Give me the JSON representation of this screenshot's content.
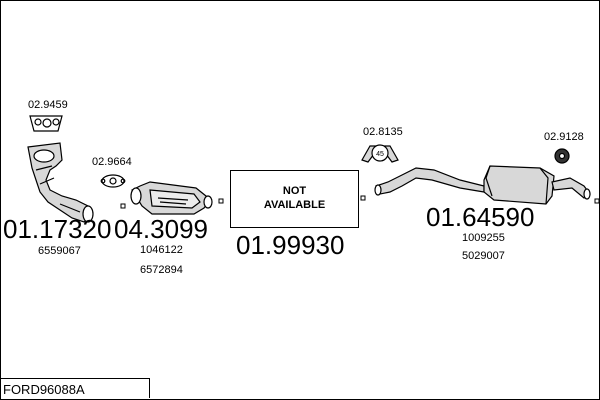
{
  "parts": {
    "p1": {
      "code": "01.17320",
      "refs": [
        "6559067"
      ],
      "gasket": "02.9459"
    },
    "p2": {
      "code": "04.3099",
      "refs": [
        "1046122",
        "6572894"
      ],
      "gasket": "02.9664"
    },
    "p3": {
      "code": "01.99930",
      "box_line1": "NOT",
      "box_line2": "AVAILABLE"
    },
    "p4": {
      "code": "01.64590",
      "refs": [
        "1009255",
        "5029007"
      ],
      "clamp": "02.8135",
      "clamp_size": "45",
      "rubber": "02.9128"
    }
  },
  "footer": {
    "label": "FORD96088A"
  },
  "colors": {
    "line": "#000000",
    "fill": "#ffffff",
    "part_fill": "#d8d8d8"
  }
}
